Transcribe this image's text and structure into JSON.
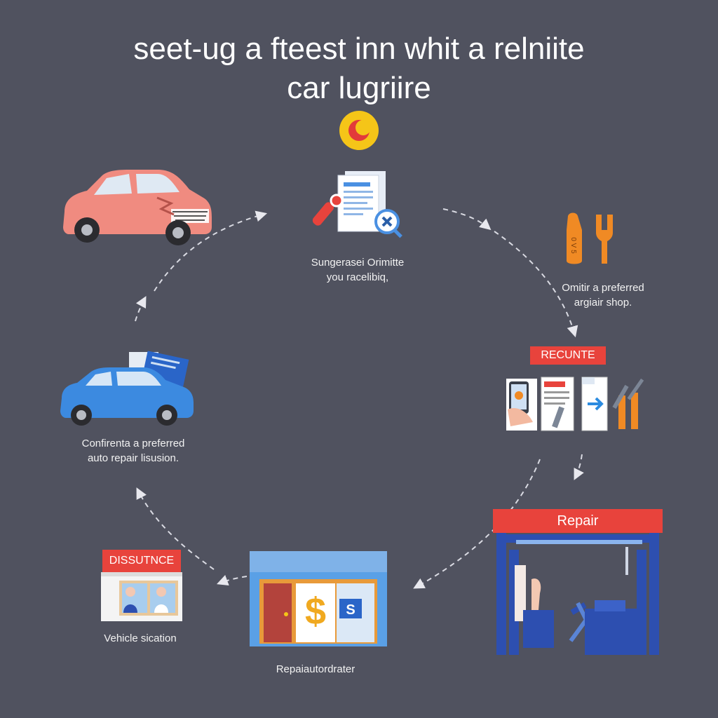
{
  "title": {
    "line1": "seet-ug a fteest inn whit a relniite",
    "line2": "car lugriire"
  },
  "steps": {
    "docs": {
      "line1": "Sungerasei Orimitte",
      "line2": "you racelibiq,"
    },
    "tools": {
      "line1": "Omitir a preferred",
      "line2": "argiair shop."
    },
    "devices": {
      "badge": "RECUNTE"
    },
    "repair": {
      "banner": "Repair"
    },
    "shop": {
      "line1": "Repaiautordrater",
      "sign_s": "S",
      "sign_dollar": "$"
    },
    "insurance": {
      "banner": "DISSUTNCE",
      "line1": "Vehicle sication"
    },
    "blue_car": {
      "line1": "Confirenta a preferred",
      "line2": "auto repair lisusion."
    }
  },
  "icons": {
    "top_badge": "moon-badge-icon",
    "pink_car": "damaged-car-icon",
    "docs": "documents-search-icon",
    "tools": "wrench-tools-icon",
    "devices": "phone-documents-icon",
    "repair": "repair-station-icon",
    "shop": "shop-storefront-icon",
    "insurance": "insurance-office-icon",
    "blue_car": "car-documents-icon"
  },
  "colors": {
    "background": "#50525f",
    "accent_red": "#e8433c",
    "accent_yellow": "#f5c518",
    "accent_orange": "#f08a24",
    "car_pink": "#f08b80",
    "car_blue": "#3c8ae0",
    "repair_blue": "#2d4fb0"
  }
}
